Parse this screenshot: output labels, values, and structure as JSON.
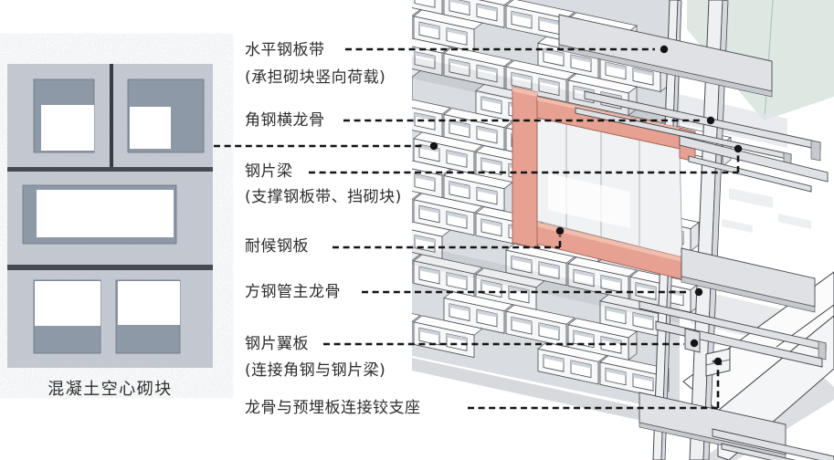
{
  "photo": {
    "caption": "混凝土空心砌块"
  },
  "callouts": [
    {
      "text": "水平钢板带",
      "note": "(承担砌块竖向荷载)"
    },
    {
      "text": "角钢横龙骨",
      "note": ""
    },
    {
      "text": "钢片梁",
      "note": "(支撑钢板带、挡砌块)"
    },
    {
      "text": "耐候钢板",
      "note": ""
    },
    {
      "text": "方钢管主龙骨",
      "note": ""
    },
    {
      "text": "钢片翼板",
      "note": "(连接角钢与钢片梁)"
    },
    {
      "text": "龙骨与预埋板连接铰支座",
      "note": ""
    }
  ],
  "colors": {
    "leader": "#141414",
    "text": "#2e2e2e",
    "salmon": "#e7a192",
    "salmon_light": "#f1bdae",
    "glass_green": "#dde8e2",
    "plate": "#dfe1e4",
    "block_face": "#f6f7f8",
    "line": "#45484d",
    "concrete": "#c6cbd3",
    "hole_wall": "#8e99a7"
  }
}
